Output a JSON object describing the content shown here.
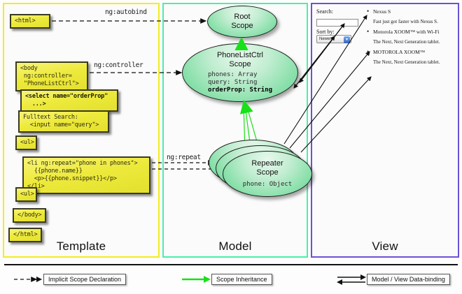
{
  "panels": {
    "template": {
      "title": "Template",
      "border_color": "#f2ec1e"
    },
    "model": {
      "title": "Model",
      "border_color": "#49efa8"
    },
    "view": {
      "title": "View",
      "border_color": "#6d51d6"
    }
  },
  "template_boxes": [
    {
      "id": "html-open",
      "text": "<html>"
    },
    {
      "id": "body-open",
      "text": "<body\n ng:controller=\n \"PhoneListCtrl\">"
    },
    {
      "id": "select",
      "text": "<select name=\"orderProp\"\n  ...>"
    },
    {
      "id": "fulltext",
      "text": "Fulltext Search:\n  <input name=\"query\">"
    },
    {
      "id": "ul-open",
      "text": "<ul>"
    },
    {
      "id": "li-repeat",
      "text": "<li ng:repeat=\"phone in phones\">\n  {{phone.name}}\n  <p>{{phone.snippet}}</p>\n</li>"
    },
    {
      "id": "ul-close",
      "text": "<ul>"
    },
    {
      "id": "body-close",
      "text": "</body>"
    },
    {
      "id": "html-close",
      "text": "</html>"
    }
  ],
  "connector_labels": {
    "autobind": "ng:autobind",
    "controller": "ng:controller",
    "repeat": "ng:repeat"
  },
  "scopes": [
    {
      "id": "root",
      "name_line1": "Root",
      "name_line2": "Scope",
      "props": []
    },
    {
      "id": "ctrl",
      "name_line1": "PhoneListCtrl",
      "name_line2": "Scope",
      "props": [
        {
          "text": "phones: Array",
          "bold": false
        },
        {
          "text": "query: String",
          "bold": false
        },
        {
          "text": "orderProp: String",
          "bold": true
        }
      ]
    },
    {
      "id": "repeater",
      "name_line1": "Repeater",
      "name_line2": "Scope",
      "props": [
        {
          "text": "phone: Object",
          "bold": false
        }
      ]
    }
  ],
  "view": {
    "search_label": "Search:",
    "search_value": "",
    "search_placeholder": "",
    "sort_label": "Sort by:",
    "sort_selected": "Newest",
    "phones": [
      {
        "name": "Nexus S",
        "snippet": "Fast just got faster with Nexus S."
      },
      {
        "name": "Motorola XOOM™ with Wi-Fi",
        "snippet": "The Next, Next Generation tablet."
      },
      {
        "name": "MOTOROLA XOOM™",
        "snippet": "The Next, Next Generation tablet."
      }
    ]
  },
  "legend": [
    {
      "id": "implicit",
      "label": "Implicit Scope Declaration",
      "style": "dashed-arrow",
      "color": "#111111"
    },
    {
      "id": "inheritance",
      "label": "Scope Inheritance",
      "style": "solid-arrow",
      "color": "#19e019"
    },
    {
      "id": "databinding",
      "label": "Model / View Data-binding",
      "style": "double-arrow",
      "color": "#111111"
    }
  ]
}
